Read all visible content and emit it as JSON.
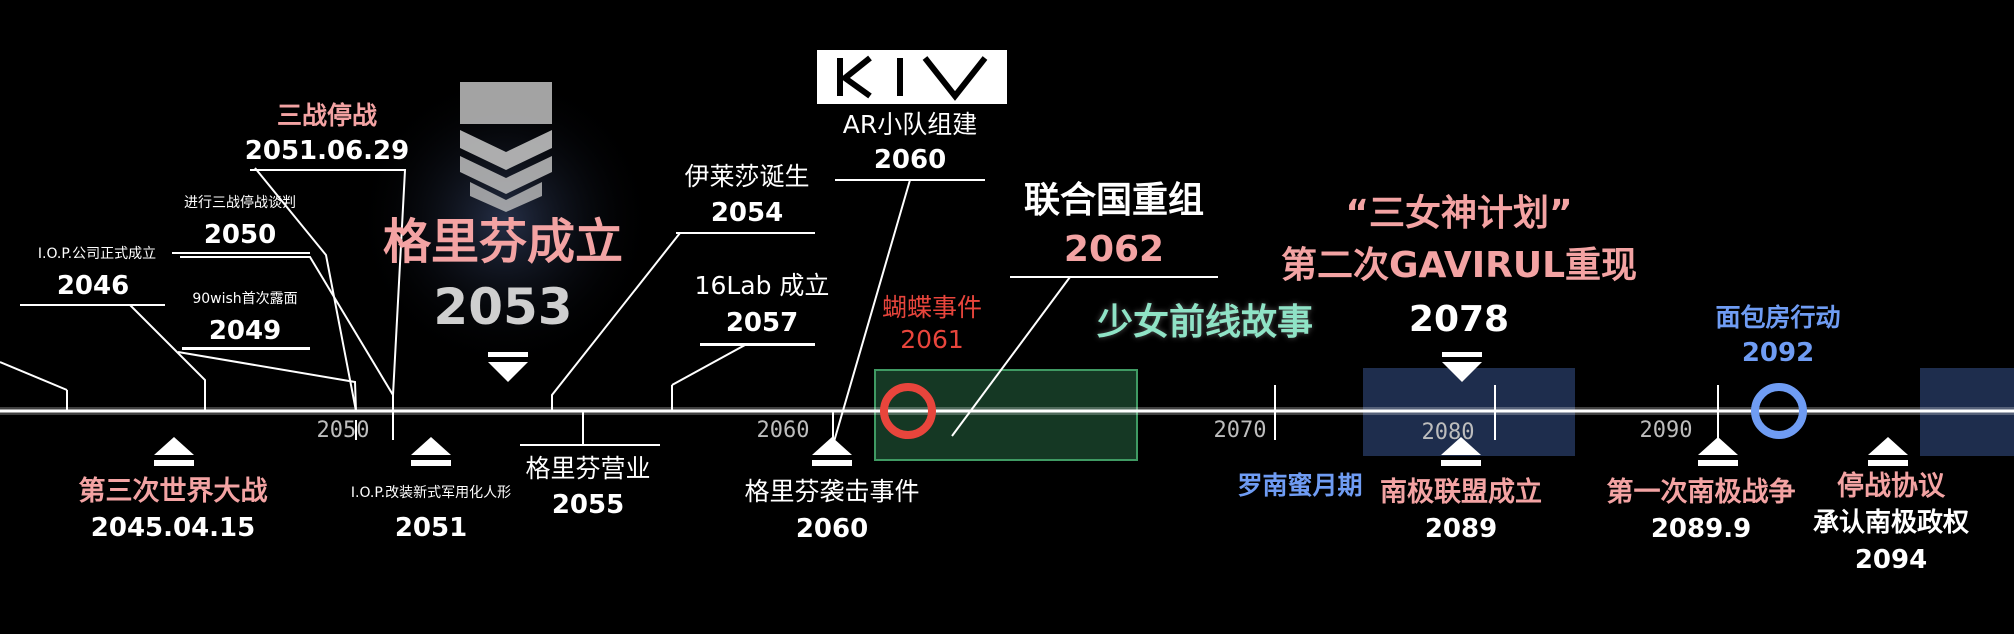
{
  "colors": {
    "background": "#000000",
    "line": "#ffffff",
    "pink": "#f3a3a3",
    "red": "#e8453c",
    "blue": "#6f9cf3",
    "teal": "#8fe3c6",
    "green_zone": "#2e7d4f",
    "blue_zone": "#3b5a9a"
  },
  "axis": {
    "ticks": [
      "2050",
      "2060",
      "2070",
      "2080",
      "2090"
    ]
  },
  "events_top": [
    {
      "id": "iop-found",
      "label": "I.O.P.公司正式成立",
      "year": "2046"
    },
    {
      "id": "90wish",
      "label": "90wish首次露面",
      "year": "2049"
    },
    {
      "id": "ceasefire-talks",
      "label": "进行三战停战谈判",
      "year": "2050"
    },
    {
      "id": "ww3-ceasefire",
      "label": "三战停战",
      "year": "2051.06.29"
    },
    {
      "id": "griffin-found",
      "label": "格里芬成立",
      "year": "2053"
    },
    {
      "id": "elisa-born",
      "label": "伊莱莎诞生",
      "year": "2054"
    },
    {
      "id": "16lab",
      "label": "16Lab 成立",
      "year": "2057"
    },
    {
      "id": "ar-team",
      "label": "AR小队组建",
      "year": "2060"
    },
    {
      "id": "butterfly",
      "label": "蝴蝶事件",
      "year": "2061"
    },
    {
      "id": "un-reorg",
      "label": "联合国重组",
      "year": "2062"
    },
    {
      "id": "gfl-story",
      "label": "少女前线故事",
      "year": ""
    },
    {
      "id": "goddess",
      "label": "“三女神计划”",
      "label2": "第二次GAVIRUL重现",
      "year": "2078"
    },
    {
      "id": "bakery",
      "label": "面包房行动",
      "year": "2092"
    }
  ],
  "events_bottom": [
    {
      "id": "ww3",
      "label": "第三次世界大战",
      "year": "2045.04.15"
    },
    {
      "id": "iop-tdoll",
      "label": "I.O.P.改装新式军用化人形",
      "year": "2051"
    },
    {
      "id": "griffin-open",
      "label": "格里芬营业",
      "year": "2055"
    },
    {
      "id": "griffin-raid",
      "label": "格里芬袭击事件",
      "year": "2060"
    },
    {
      "id": "romanian",
      "label": "罗南蜜月期",
      "year": ""
    },
    {
      "id": "antarctic-union",
      "label": "南极联盟成立",
      "year": "2089"
    },
    {
      "id": "antarctic-war",
      "label": "第一次南极战争",
      "year": "2089.9"
    },
    {
      "id": "armistice",
      "label": "停战协议",
      "label2": "承认南极政权",
      "year": "2094"
    }
  ]
}
